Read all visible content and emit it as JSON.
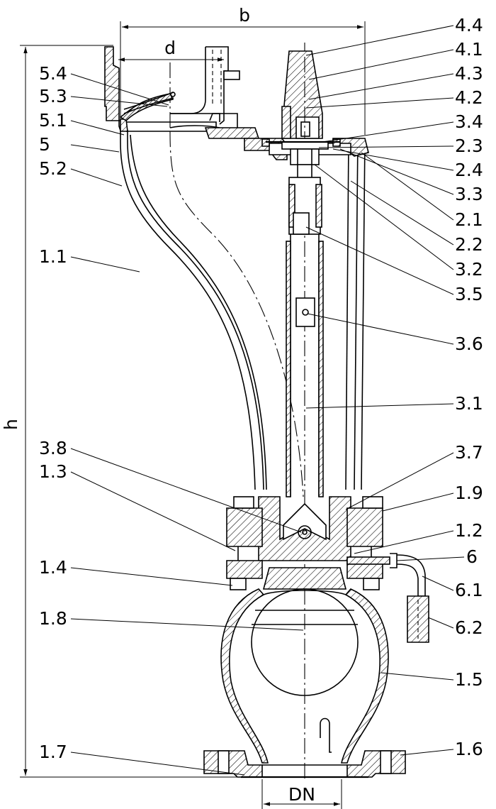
{
  "dimensions": {
    "b": "b",
    "d": "d",
    "h": "h",
    "dn": "DN"
  },
  "labels_left": [
    "5.4",
    "5.3",
    "5.1",
    "5",
    "5.2",
    "1.1",
    "3.8",
    "1.3",
    "1.4",
    "1.8",
    "1.7"
  ],
  "labels_right": [
    "4.4",
    "4.1",
    "4.3",
    "4.2",
    "3.4",
    "2.3",
    "2.4",
    "3.3",
    "2.1",
    "2.2",
    "3.2",
    "3.5",
    "3.6",
    "3.1",
    "3.7",
    "1.9",
    "1.2",
    "6",
    "6.1",
    "6.2",
    "1.5",
    "1.6"
  ]
}
